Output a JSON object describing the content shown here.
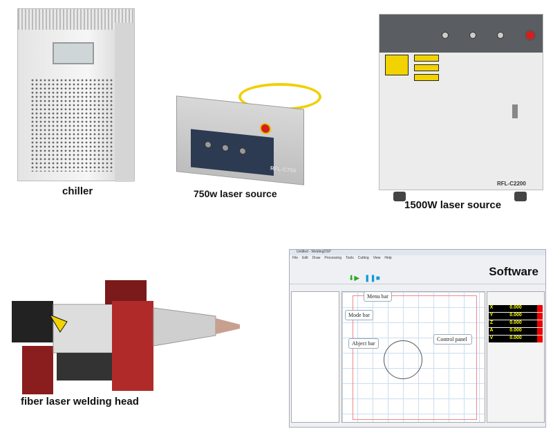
{
  "captions": {
    "chiller": "chiller",
    "laser750": "750w laser source",
    "laser1500": "1500W laser source",
    "welding_head": "fiber laser welding head",
    "software": "Software"
  },
  "models": {
    "c750": "RFL-C750",
    "c2200": "RFL-C2200"
  },
  "software": {
    "window_title": "Untitled - WeldingDSP",
    "menu": [
      "File",
      "Edit",
      "Draw",
      "Processing",
      "Tools",
      "Cutting",
      "View",
      "Help"
    ],
    "callouts": {
      "menu_bar": "Menu bar",
      "mode_bar": "Mode bar",
      "object_bar": "Abject bar",
      "control_panel": "Control panel"
    },
    "axes": [
      {
        "name": "X",
        "value": "0.000"
      },
      {
        "name": "Y",
        "value": "0.000"
      },
      {
        "name": "Z",
        "value": "0.000"
      },
      {
        "name": "A",
        "value": "0.000"
      },
      {
        "name": "V",
        "value": "0.000"
      }
    ]
  }
}
